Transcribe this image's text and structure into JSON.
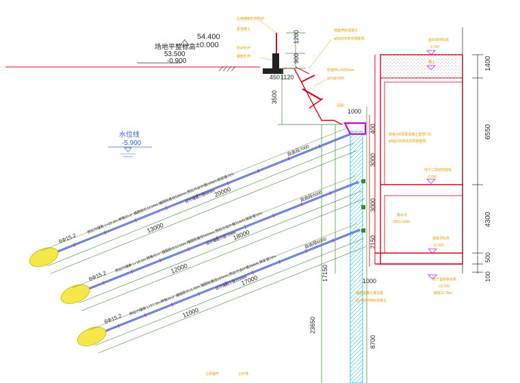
{
  "ground": {
    "title": "场地平整标高",
    "elev_top": "54.400",
    "elev_zero": "±0.000",
    "elev_a": "53.500",
    "elev_b": "-0.900"
  },
  "water_level": {
    "label": "水位线",
    "value": "-5.900"
  },
  "wall_notes": {
    "top1": "应用钢制栏杆防护",
    "top2": "素混凝土",
    "fence1": "防护栏杆",
    "fence2": "钢管栏杆",
    "slope_top1": "坡面喷射混凝土",
    "slope_top2": "φ8@200双向钢筋网",
    "slope_nail1": "短锚杆L=1000mm",
    "slope_nail2": "φ16@1500",
    "wall_top": "冠梁",
    "pile_note1": "钢筋混凝土灌注桩",
    "pile_note2": "桩间挂网喷射混凝土",
    "outer_note1": "土层锚杆",
    "outer_note2": "土钉墙"
  },
  "dims": {
    "d1200": "1200",
    "d900": "900",
    "d450": "450",
    "d1120": "1120",
    "d3500": "3500",
    "d1000_top": "1000",
    "d400": "400",
    "d3000_a": "3000",
    "d3000_b": "3000",
    "d2150": "2150",
    "d1000_bot": "1000",
    "d17150": "17150",
    "d23650": "23650",
    "d8700": "8700",
    "d1400": "1400",
    "d6550": "6550",
    "d4300": "4300",
    "d500": "500",
    "d100": "100"
  },
  "anchors": [
    {
      "spec": "6Φ15.2",
      "desc": "预应力锚索 L=20.0m,倾角20.0°,锚固段长13.00m,锚固段直径500mm,预应力设计值200kN,锁定值70%",
      "design": "设计锚固力值680kN",
      "free": "自由段7000",
      "len_total": "20000",
      "len_anchor": "13000"
    },
    {
      "spec": "6Φ15.2",
      "desc": "预应力锚索 L=18.0m,倾角20.0°,锚固段长12.00m,锚固段直径500mm,预应力设计值216kN,锁定值70%",
      "design": "设计锚固力值720kN",
      "free": "自由段6000",
      "len_total": "18000",
      "len_anchor": "12000"
    },
    {
      "spec": "6Φ15.2",
      "desc": "预应力锚索 L=17.0m,倾角20.0°,锚固段长11.00m,锚固段直径500mm,预应力设计值294kN,锁定值70%",
      "design": "设计锚固力值1100kN",
      "free": "自由段6000",
      "len_total": "17000",
      "len_anchor": "11000"
    }
  ],
  "building": {
    "n1": "室外地坪标高",
    "n1v": "-0.100",
    "n2": "覆土",
    "n3": "底板100厚素混凝土垫层C15",
    "n4": "φ8@200双向双层钢筋网",
    "n5": "地下二层结构底板",
    "n5v": "-6.050",
    "n6": "集水坑",
    "n7": "2000×3000",
    "n8": "底板顶标高",
    "n8v": "-11.350",
    "n9": "地下室底板标高",
    "n9v": "-13.250",
    "n10": "桩底12.35m"
  },
  "colors": {
    "red": "#d9001b",
    "orange": "#e89a00",
    "green": "#3a8a2a",
    "anchor": "#4d6ad6",
    "yellow": "#f6e84a",
    "purple": "#cc00cc",
    "cyan": "#20b7d8",
    "grey": "#707070"
  }
}
